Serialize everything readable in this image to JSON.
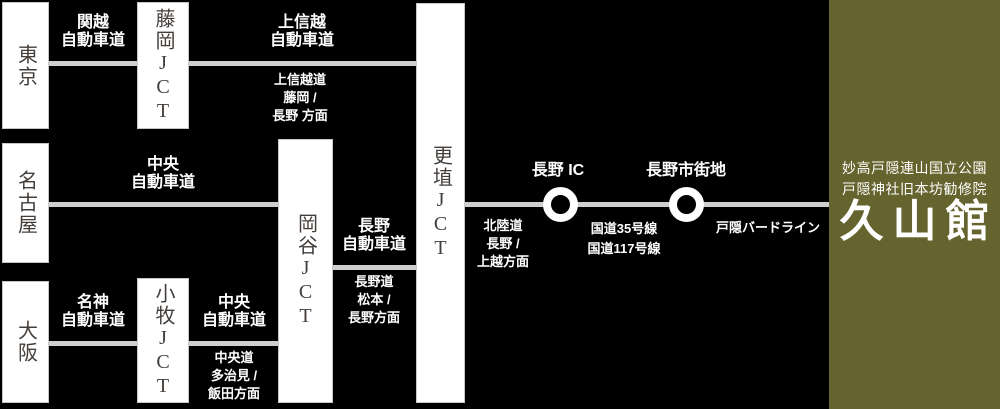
{
  "colors": {
    "background": "#000000",
    "route_line": "#cfcfcf",
    "node_box": "#ffffff",
    "node_text": "#443e3a",
    "label_text": "#ffffff",
    "destination_panel": "#65642e"
  },
  "nodes": {
    "tokyo": {
      "label": "東京"
    },
    "nagoya": {
      "label": "名古屋"
    },
    "osaka": {
      "label": "大阪"
    },
    "fujioka_jct": {
      "label": "藤岡JCT"
    },
    "komaki_jct": {
      "label": "小牧JCT"
    },
    "okaya_jct": {
      "label": "岡谷JCT"
    },
    "koshoku_jct": {
      "label": "更埴JCT"
    }
  },
  "roads": {
    "kanetsu": {
      "line1": "関越",
      "line2": "自動車道"
    },
    "joshinetsu": {
      "line1": "上信越",
      "line2": "自動車道"
    },
    "chuo_mid": {
      "line1": "中央",
      "line2": "自動車道"
    },
    "nagano": {
      "line1": "長野",
      "line2": "自動車道"
    },
    "meishin": {
      "line1": "名神",
      "line2": "自動車道"
    },
    "chuo_btm": {
      "line1": "中央",
      "line2": "自動車道"
    }
  },
  "directions": {
    "joshinetsu": {
      "line1": "上信越道",
      "line2": "藤岡 /",
      "line3": "長野 方面"
    },
    "nagano": {
      "line1": "長野道",
      "line2": "松本 /",
      "line3": "長野方面"
    },
    "chuo": {
      "line1": "中央道",
      "line2": "多治見 /",
      "line3": "飯田方面"
    },
    "hokuriku": {
      "line1": "北陸道",
      "line2": "長野 /",
      "line3": "上越方面"
    }
  },
  "waypoints": {
    "nagano_ic": {
      "label": "長野 IC"
    },
    "nagano_city": {
      "label": "長野市街地"
    },
    "routes_35_117": {
      "line1": "国道35号線",
      "line2": "国道117号線"
    },
    "birdline": {
      "label": "戸隠バードライン"
    }
  },
  "destination": {
    "park": "妙高戸隠連山国立公園",
    "temple": "戸隠神社旧本坊勧修院",
    "name": "久山館"
  }
}
